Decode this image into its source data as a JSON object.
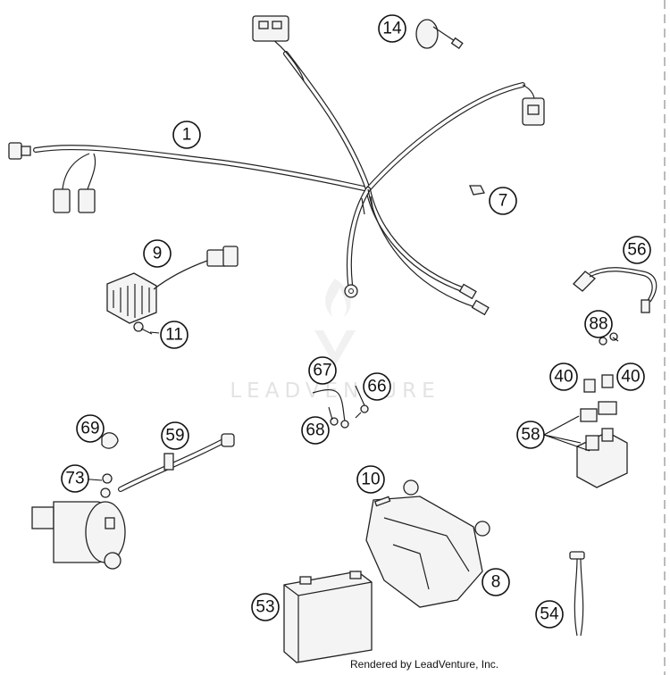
{
  "watermark": {
    "brand": "LEADVENTURE"
  },
  "credit": "Rendered by LeadVenture, Inc.",
  "callouts": [
    "1",
    "14",
    "7",
    "9",
    "11",
    "56",
    "88",
    "40",
    "40",
    "67",
    "66",
    "68",
    "69",
    "59",
    "73",
    "58",
    "10",
    "8",
    "53",
    "54"
  ]
}
